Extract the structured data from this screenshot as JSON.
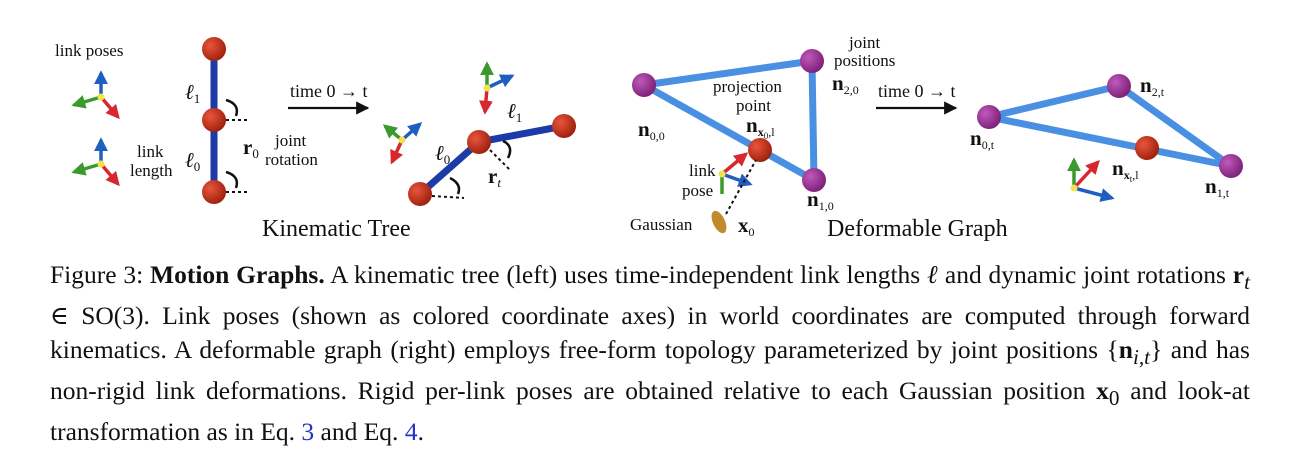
{
  "kinematic_tree": {
    "link_poses": "link poses",
    "link_length_1": "link",
    "link_length_2": "length",
    "l1": "ℓ",
    "l1_sub": "1",
    "l0": "ℓ",
    "l0_sub": "0",
    "r0": "r",
    "r0_sub": "0",
    "joint_rotation_1": "joint",
    "joint_rotation_2": "rotation",
    "time_label": "time  0 → t",
    "l1_right": "ℓ",
    "l1_right_sub": "1",
    "l0_right": "ℓ",
    "l0_right_sub": "0",
    "rt": "r",
    "rt_sub": "t",
    "caption": "Kinematic Tree"
  },
  "deformable_graph": {
    "joint_positions_1": "joint",
    "joint_positions_2": "positions",
    "n20": "n",
    "n20_sub": "2,0",
    "n00": "n",
    "n00_sub": "0,0",
    "projection_1": "projection",
    "projection_2": "point",
    "nx0": "n",
    "nx0_sub": "x",
    "nx0_sub2": "0",
    "nx0_sub3": ",l",
    "link_pose_1": "link",
    "link_pose_2": "pose",
    "n10": "n",
    "n10_sub": "1,0",
    "gaussian": "Gaussian",
    "x0": "x",
    "x0_sub": "0",
    "time_label": "time  0 → t",
    "n0t": "n",
    "n0t_sub": "0,t",
    "n2t": "n",
    "n2t_sub": "2,t",
    "nxt": "n",
    "nxt_sub": "x",
    "nxt_sub2": "t",
    "nxt_sub3": ",l",
    "n1t": "n",
    "n1t_sub": "1,t",
    "caption": "Deformable Graph"
  },
  "caption": {
    "label": "Figure 3: ",
    "title": "Motion Graphs.",
    "s1": " A kinematic tree (left) uses time-independent link lengths ",
    "s1_l": "ℓ",
    "s2": " and dynamic joint rotations ",
    "s2_r": "r",
    "s2_t": "t",
    "s2_in": " ∈ SO(3). Link poses (shown as colored coordinate axes) in world coordinates are computed through forward kinematics.  A deformable graph (right) employs free-form topology parameterized by joint positions {",
    "s3_n": "n",
    "s3_it": "i,t",
    "s4": "} and has non-rigid link deformations. Rigid per-link poses are obtained relative to each Gaussian position ",
    "s4_x": "x",
    "s4_0": "0",
    "s5": " and look-at transformation as in Eq. ",
    "ref1": "3",
    "s6": " and Eq. ",
    "ref2": "4",
    "s7": "."
  },
  "colors": {
    "link_dark_blue": "#1c3aa8",
    "link_light_blue": "#4a90e2",
    "joint_red": "#b8260f",
    "joint_purple": "#8e2a8a",
    "axis_red": "#d6282e",
    "axis_green": "#3a9b2c",
    "axis_blue": "#1f5fc0",
    "axis_yellow": "#f1e350",
    "gaussian_ochre": "#c28a2d",
    "ref_blue": "#1f33c8"
  }
}
